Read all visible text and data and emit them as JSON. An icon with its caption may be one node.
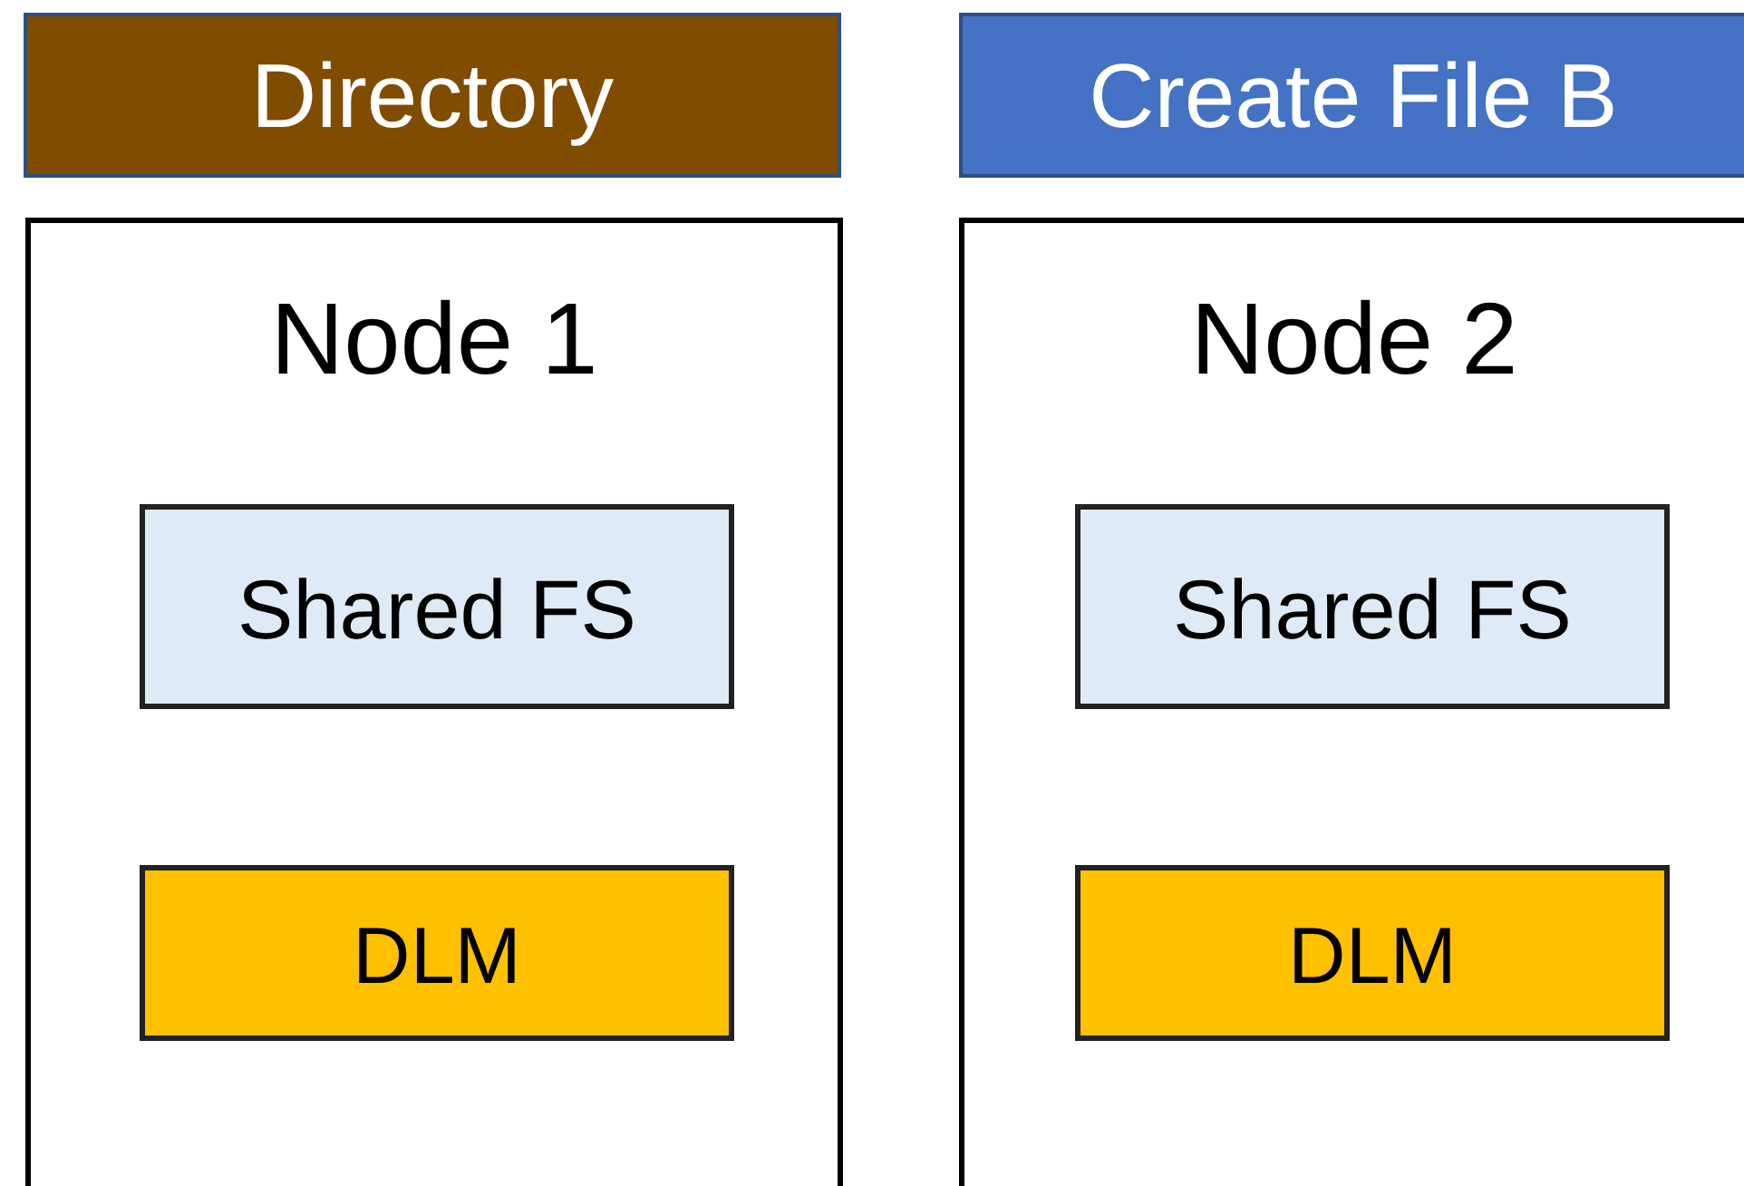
{
  "diagram": {
    "nodes": [
      {
        "text": [
          "Directory"
        ]
      },
      {
        "text": [
          "Create File B"
        ]
      },
      {
        "text": [
          "Node 1"
        ]
      },
      {
        "text": [
          "Shared FS"
        ],
        "in": 2
      },
      {
        "text": [
          "DLM"
        ],
        "in": 2
      },
      {
        "text": [
          "Node 2"
        ]
      },
      {
        "text": [
          "Shared FS"
        ],
        "in": 5
      },
      {
        "text": [
          "DLM"
        ],
        "in": 5
      }
    ]
  }
}
